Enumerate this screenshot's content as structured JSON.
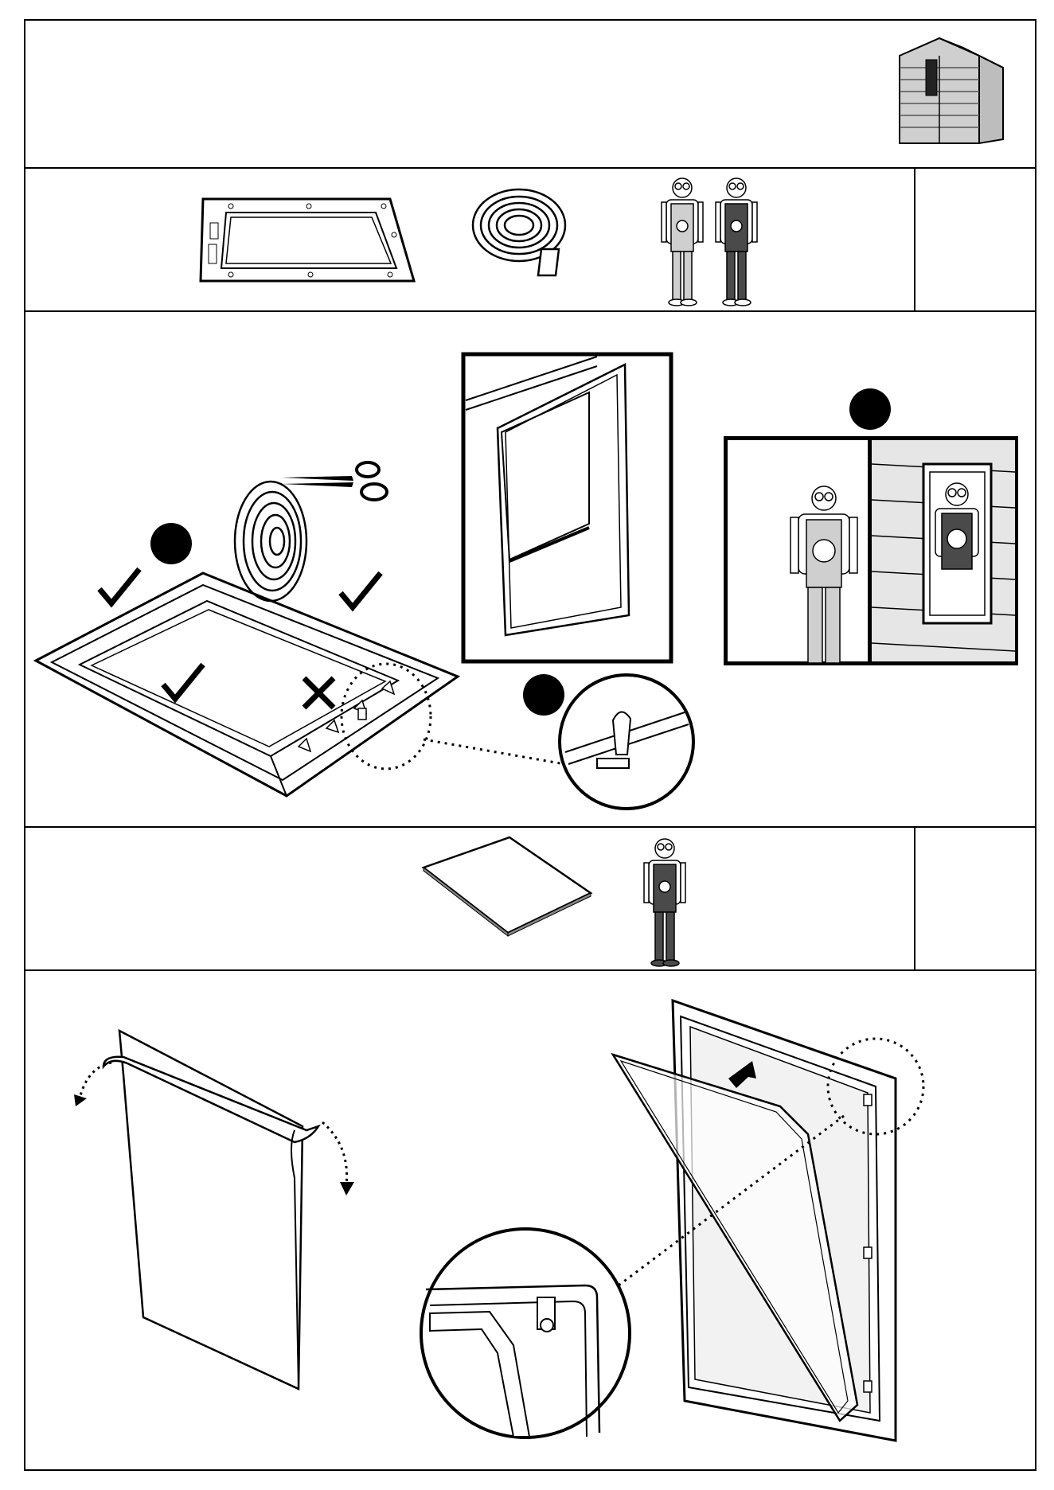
{
  "document": {
    "footer_fragment": "",
    "colors": {
      "line": "#000000",
      "fill_light": "#cfcfcf",
      "fill_dark": "#4a4a4a",
      "fill_mid": "#8c8c8c",
      "paper": "#ffffff"
    }
  },
  "panels": [
    {
      "name": "shed-overview-panel",
      "icon": "shed-icon"
    },
    {
      "name": "parts-panel-1",
      "icons": [
        "window-frame-icon",
        "foam-tape-roll-icon",
        "two-person-icon"
      ]
    },
    {
      "name": "step-tape-frame-panel",
      "icons": [
        "scissors-icon",
        "check-icon",
        "cross-icon",
        "step-bullet-icon",
        "detail-circle-icon"
      ]
    },
    {
      "name": "parts-panel-2",
      "icons": [
        "glazing-sheet-icon",
        "one-person-icon"
      ]
    },
    {
      "name": "step-insert-glazing-panel",
      "icons": [
        "peel-film-icon",
        "insert-arrow-icon",
        "detail-circle-icon"
      ]
    }
  ]
}
